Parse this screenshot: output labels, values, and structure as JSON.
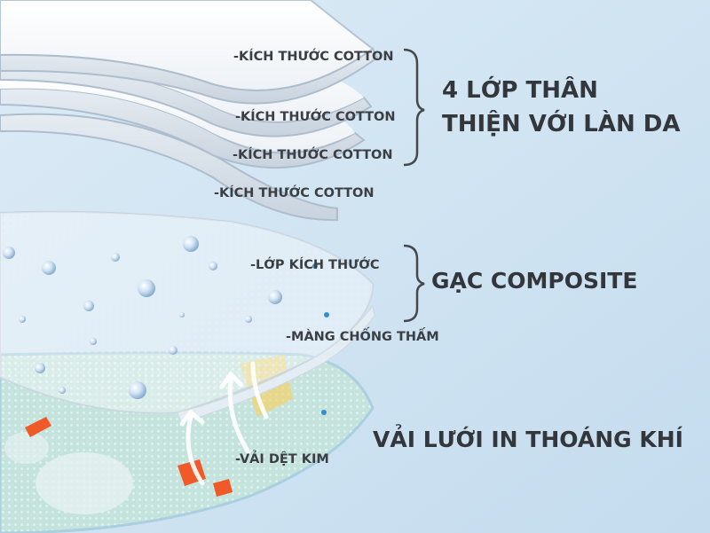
{
  "layers": {
    "cotton_1": "-KÍCH THƯỚC COTTON",
    "cotton_2": "-KÍCH THƯỚC COTTON",
    "cotton_3": "-KÍCH THƯỚC COTTON",
    "cotton_4": "-KÍCH THƯỚC COTTON",
    "size_layer": "-LỚP KÍCH THƯỚC",
    "waterproof": "-MÀNG CHỐNG THẤM",
    "knit": "-VẢI DỆT KIM"
  },
  "groups": {
    "skin_line1": "4 LỚP THÂN",
    "skin_line2": "THIỆN VỚI LÀN DA",
    "composite": "GẠC COMPOSITE",
    "mesh": "VẢI LƯỚI IN THOÁNG KHÍ"
  },
  "colors": {
    "background": "#cfe3f2",
    "mesh_fabric": "#bfe0d8",
    "orange_print": "#f05a28"
  }
}
